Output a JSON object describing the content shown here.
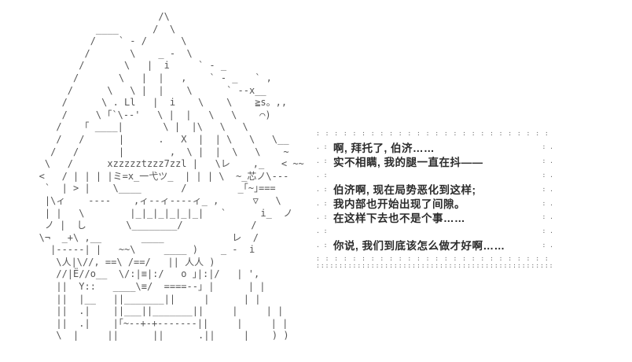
{
  "scene": {
    "type": "ascii-art-story-panel",
    "background_color": "#ffffff",
    "art_color": "#555555",
    "text_color": "#2b2b2b"
  },
  "ascii_art": {
    "description": "large ascii-art character (seated figure, head turned, sleeping zzz marks)",
    "text": "                        /\\\n             ____      /  \\\n            /    ` - /      \\\n           /       \\    _ -  \\\n          /       \\   |  i     ` - _\n         /       \\   |  |   ,    ` - _   ` ,\n        /      \\   \\ |  |    \\      ` --x__\n       /      \\ . Ll   |  i    \\    \\    ≧s。,,\n       /     \\ ｢`\\--'   \\ |  |   \\   \\    ⌒)\n      /    ｢ ____|       \\ |  |\\   \\   \\\n      /   /      |      .   X  |  | \\   \\   \\__\n     /   /       |        ,  \\ |  |  \\   \\    ~\n    \\   /      xzzzzztzzz7zzl |   \\レ    ,_   < ~~\n   <   / | | | |ミ=x_一弋ツ_  | | | \\  ~_芯ノ\\---\n    `  | > |    \\____       /         _｢~｣===\n    |\\ィ    ----    ,ィ--ィ----ィ_ ,      ▽   \\\n    | |   \\        |_|_|_|_|_|_|   `      i_  ノ\n    ノ |  し       \\________/            /\n   \\¬  _+\\ ,__       ____            レ  /\n     |-----| |   ~~\\     ____ )    _ -  i\n      \\人|\\//, ==\\ /==/   || 人人 )\n      //|Ё//o__  \\/:|≡|:/   o ｣|:|/   | ',\n      ||  Y::   ____\\≡/  ====--｣ |      | |\n      ||  |__   ||_______||     |      | |\n      ||  .|    ||___||_______||     |     | |\n      ||  .|    |｢~--+-+-------||     |     | |\n      \\  |     ||      ||      .||     |    ) )"
  },
  "dialogue": {
    "box_border_top": ": : : : : : : : : : : : : : : : : : : : : : : : : : : : : : : : : : : : : : : : : : : : : : : :",
    "box_border_bottom1": ": : : : : : : : : : : : : : : : : : : : : : : : : : : : : : : : : : : : : : : : : : : : : : : :",
    "box_border_bottom2": ":::::::::::::::::::::::::::::::::::::::::::::::::::::::::::::::::::::::::::::::::::::::::::::::",
    "left_dot": ". :",
    "right_dot": ": .",
    "lines": [
      "啊, 拜托了, 伯济……",
      "实不相瞒, 我的腿一直在抖——",
      "",
      "伯济啊, 现在局势恶化到这样;",
      "我内部也开始出现了间隙。",
      "在这样下去也不是个事……",
      "",
      "你说, 我们到底该怎么做才好啊……"
    ]
  }
}
